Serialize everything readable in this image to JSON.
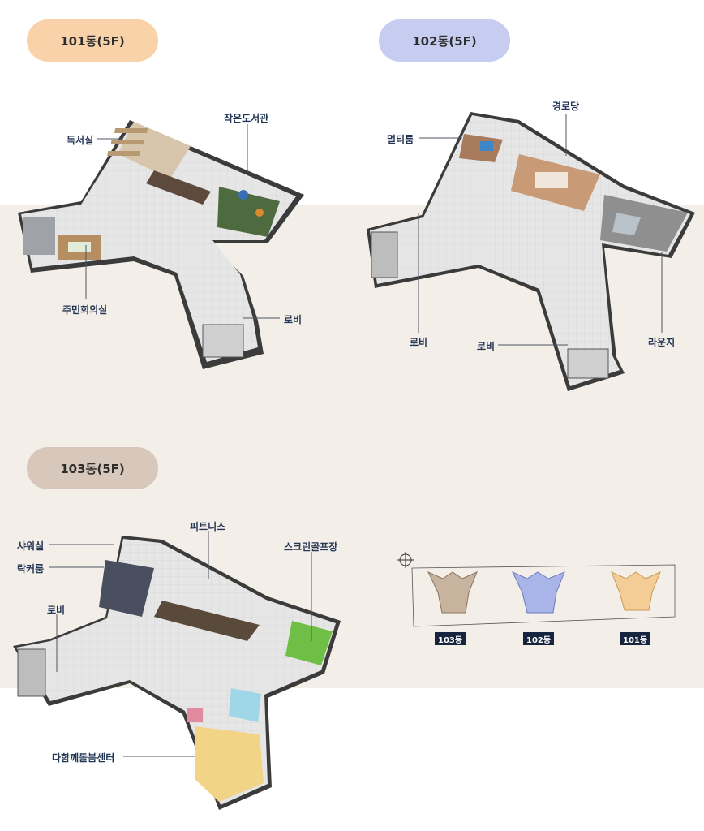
{
  "buildings": [
    {
      "title": "101동(5F)",
      "pill_color": "#f9d2aa",
      "labels": [
        "독서실",
        "작은도서관",
        "주민회의실",
        "로비"
      ]
    },
    {
      "title": "102동(5F)",
      "pill_color": "#c6cdf0",
      "labels": [
        "경로당",
        "멀티룸",
        "로비",
        "로비",
        "라운지"
      ]
    },
    {
      "title": "103동(5F)",
      "pill_color": "#d8c8bb",
      "labels": [
        "샤워실",
        "피트니스",
        "스크린골프장",
        "락커룸",
        "로비",
        "다함께돌봄센터"
      ]
    }
  ],
  "key_map": {
    "compass_icon": "compass-icon",
    "items": [
      {
        "tag": "103동",
        "color": "#c8b49e"
      },
      {
        "tag": "102동",
        "color": "#a9b4e8"
      },
      {
        "tag": "101동",
        "color": "#f4cd96"
      }
    ]
  }
}
